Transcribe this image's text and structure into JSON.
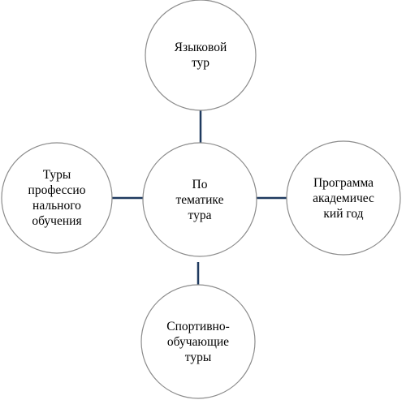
{
  "diagram": {
    "center": {
      "lines": [
        "По",
        "тематике",
        "тура"
      ]
    },
    "nodes": {
      "top": {
        "lines": [
          "Языковой",
          "тур"
        ]
      },
      "right": {
        "lines": [
          "Программа",
          "академичес",
          "кий год"
        ]
      },
      "bottom": {
        "lines": [
          "Спортивно-",
          "обучающие",
          "туры"
        ]
      },
      "left": {
        "lines": [
          "Туры",
          "профессио",
          "нального",
          "обучения"
        ]
      }
    }
  },
  "colors": {
    "connector": "#1f3a5f",
    "circle_border": "#8c8c8c",
    "circle_fill": "#ffffff",
    "text": "#000000"
  }
}
